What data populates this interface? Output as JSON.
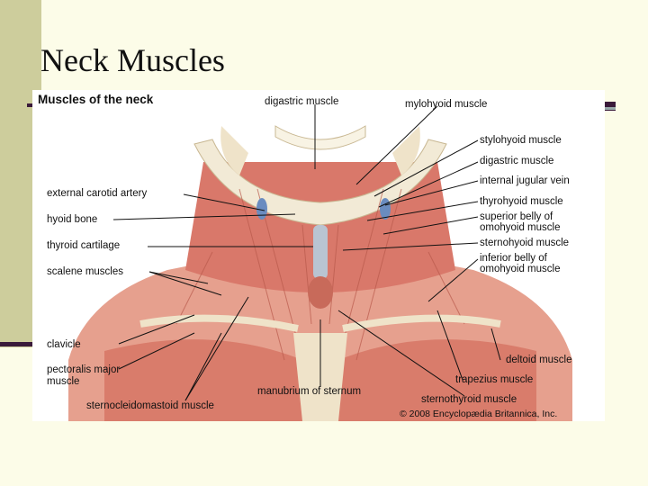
{
  "slide": {
    "title": "Neck Muscles"
  },
  "figure": {
    "title": "Muscles of the neck",
    "copyright": "© 2008 Encyclopædia Britannica, Inc.",
    "labels": {
      "digastric_top": "digastric muscle",
      "mylohyoid": "mylohyoid muscle",
      "stylohyoid": "stylohyoid muscle",
      "digastric_right": "digastric muscle",
      "internal_jugular": "internal jugular vein",
      "thyrohyoid": "thyrohyoid muscle",
      "sup_omohyoid_1": "superior belly of",
      "sup_omohyoid_2": "omohyoid muscle",
      "sternohyoid": "sternohyoid muscle",
      "inf_omohyoid_1": "inferior belly of",
      "inf_omohyoid_2": "omohyoid muscle",
      "ext_carotid": "external carotid artery",
      "hyoid": "hyoid bone",
      "thyroid_cart": "thyroid cartilage",
      "scalene": "scalene muscles",
      "clavicle": "clavicle",
      "pectoralis_1": "pectoralis major",
      "pectoralis_2": "muscle",
      "scm": "sternocleidomastoid muscle",
      "manubrium": "manubrium of sternum",
      "sternothyroid": "sternothyroid muscle",
      "trapezius": "trapezius muscle",
      "deltoid": "deltoid muscle"
    }
  }
}
